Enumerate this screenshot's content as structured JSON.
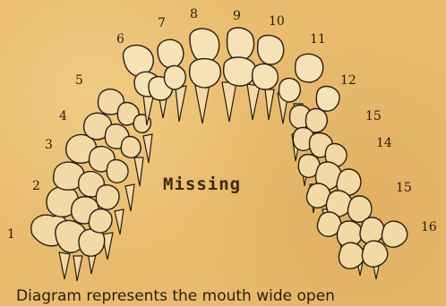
{
  "diagram": {
    "labels": [
      "1",
      "2",
      "3",
      "4",
      "5",
      "6",
      "7",
      "8",
      "9",
      "10",
      "11",
      "12",
      "15",
      "14",
      "15",
      "16"
    ],
    "missing_text": "Missing",
    "caption": "Diagram represents the mouth wide open"
  }
}
